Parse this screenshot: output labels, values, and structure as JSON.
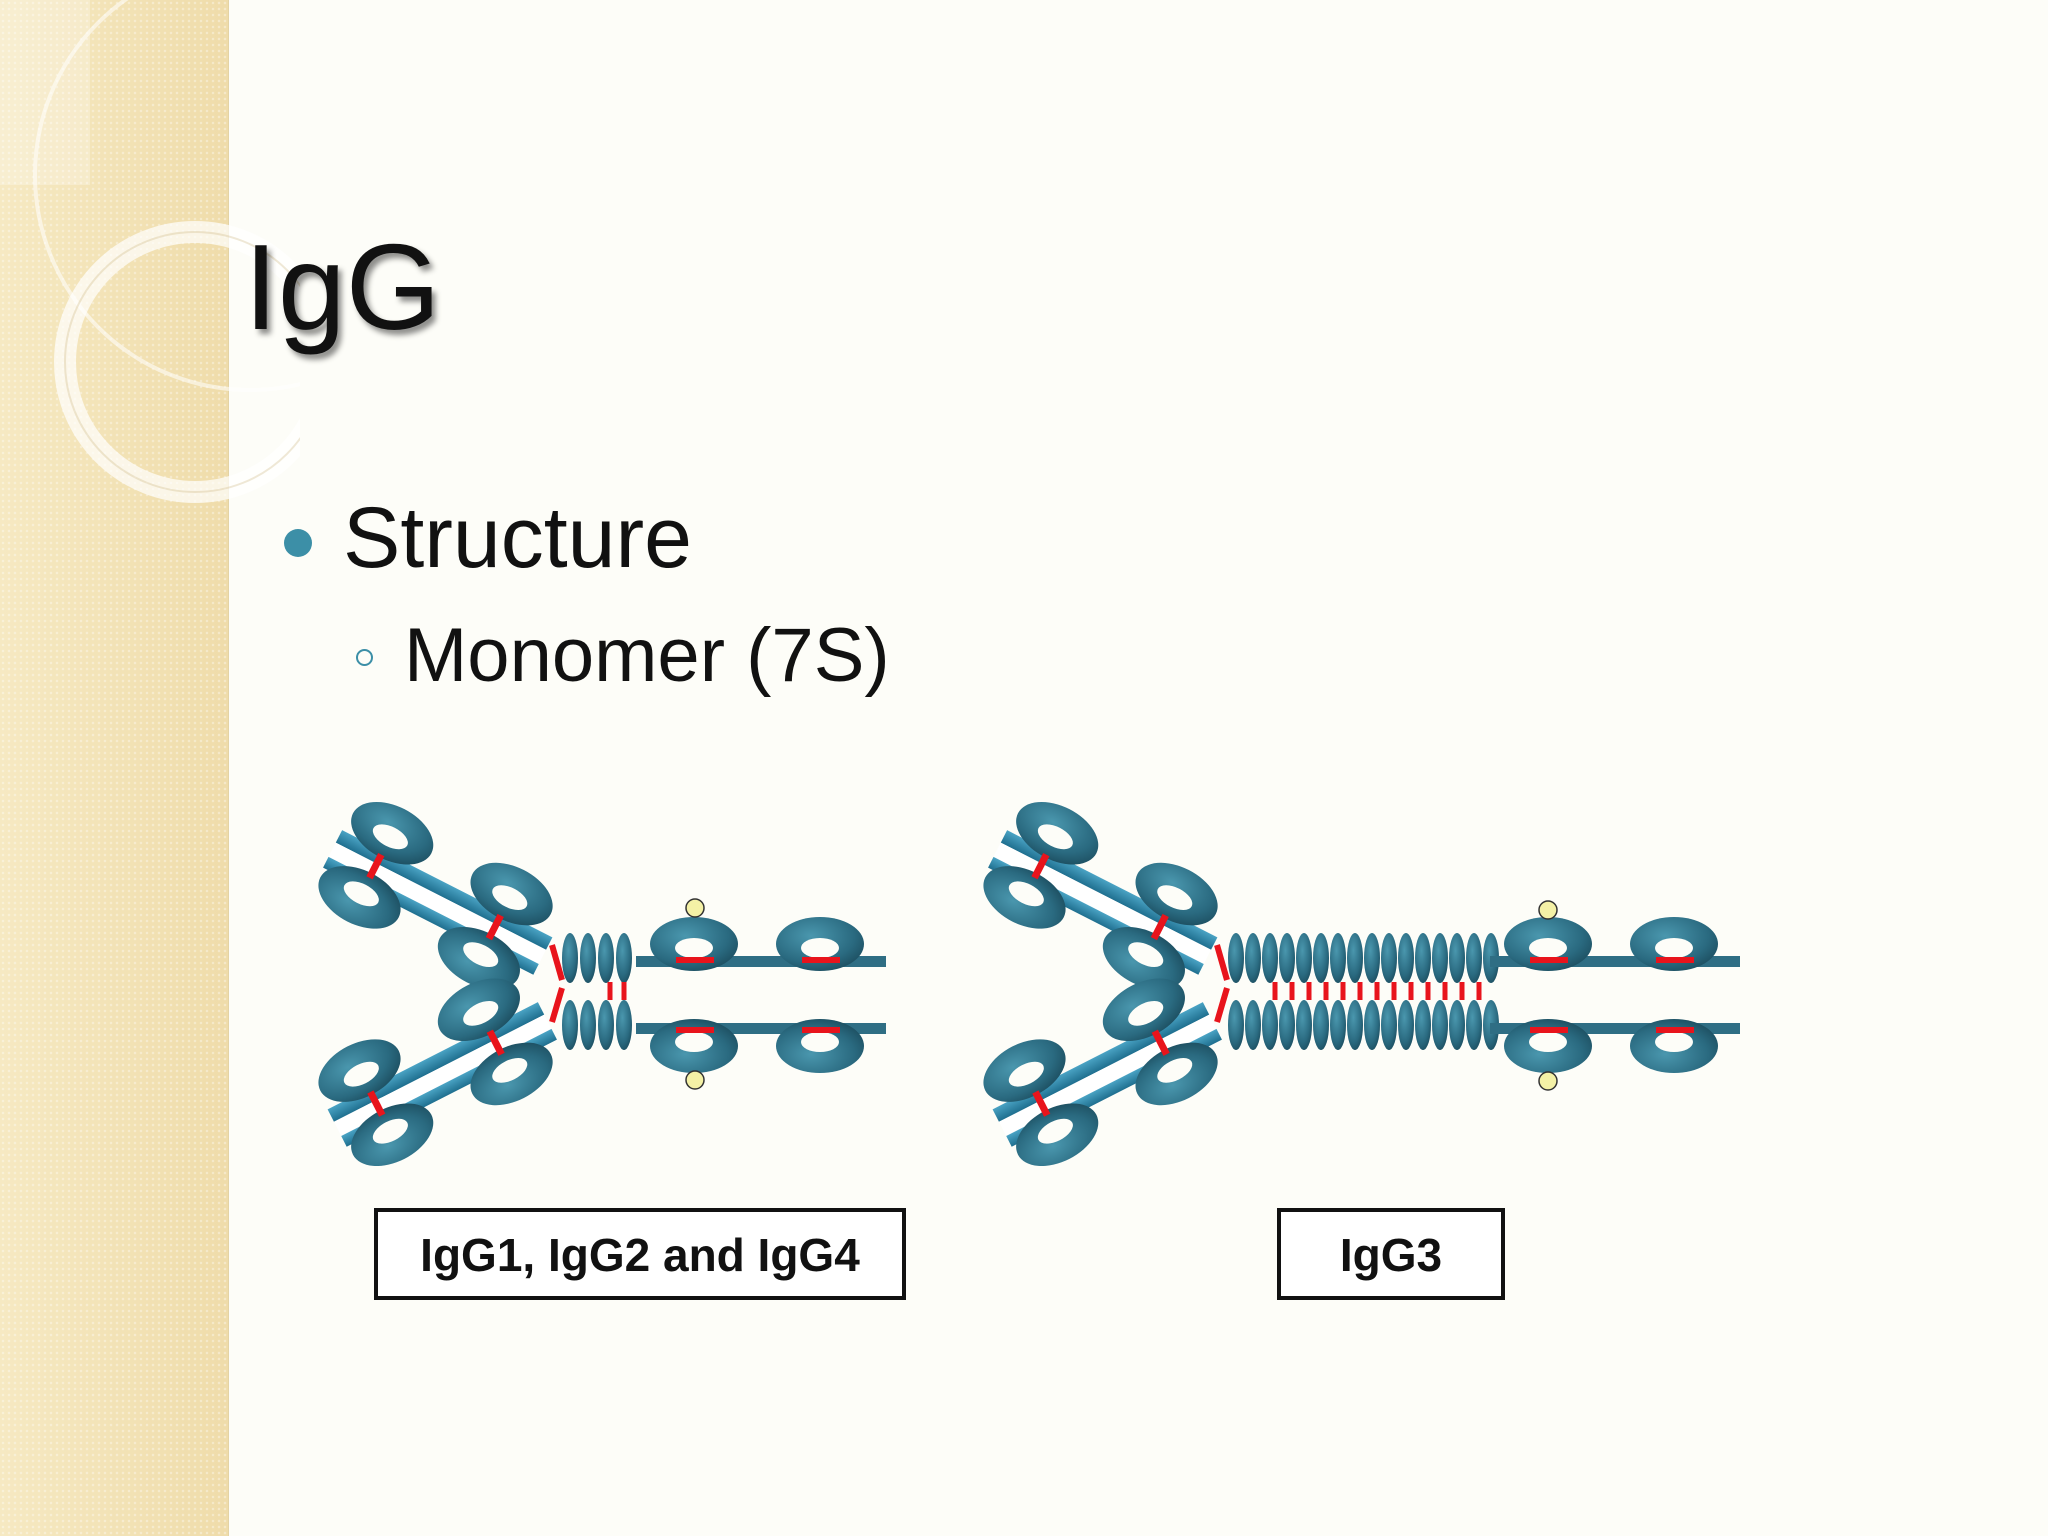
{
  "slide": {
    "title": "IgG",
    "bullet": "Structure",
    "sub_bullet": "Monomer (7S)"
  },
  "diagram": {
    "labels": {
      "left": "IgG1, IgG2 and IgG4",
      "right": "IgG3"
    },
    "colors": {
      "domain": "#2f6e84",
      "bond": "#e8141c",
      "carbohydrate": "#f4f1a6",
      "sidebar": "#f3e3b6",
      "bullet": "#3c8fa7"
    }
  }
}
